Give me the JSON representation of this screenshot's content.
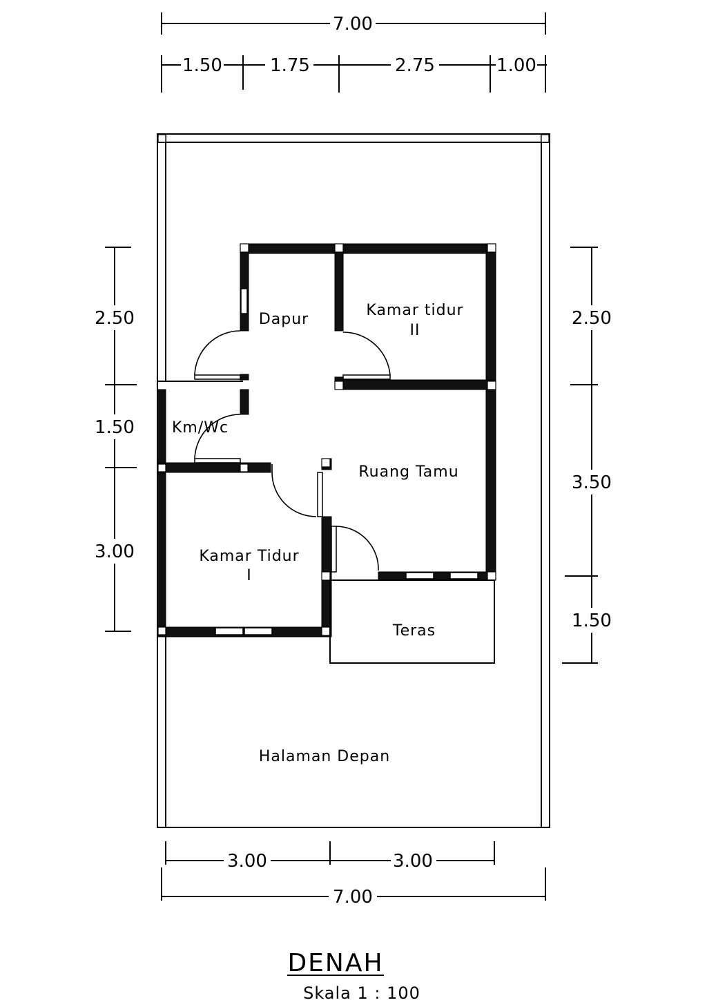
{
  "dimensions": {
    "top_total": "7.00",
    "top_segments": [
      "1.50",
      "1.75",
      "2.75",
      "1.00"
    ],
    "left_segments": [
      "2.50",
      "1.50",
      "3.00"
    ],
    "right_segments": [
      "2.50",
      "3.50",
      "1.50"
    ],
    "bottom_segments": [
      "3.00",
      "3.00"
    ],
    "bottom_total": "7.00"
  },
  "rooms": {
    "dapur": "Dapur",
    "kamar_tidur_2_line1": "Kamar tidur",
    "kamar_tidur_2_line2": "II",
    "kmwc": "Km/Wc",
    "ruang_tamu": "Ruang Tamu",
    "kamar_tidur_1_line1": "Kamar Tidur",
    "kamar_tidur_1_line2": "I",
    "teras": "Teras",
    "halaman_depan": "Halaman Depan"
  },
  "title": {
    "main": "DENAH",
    "scale": "Skala 1 : 100"
  }
}
